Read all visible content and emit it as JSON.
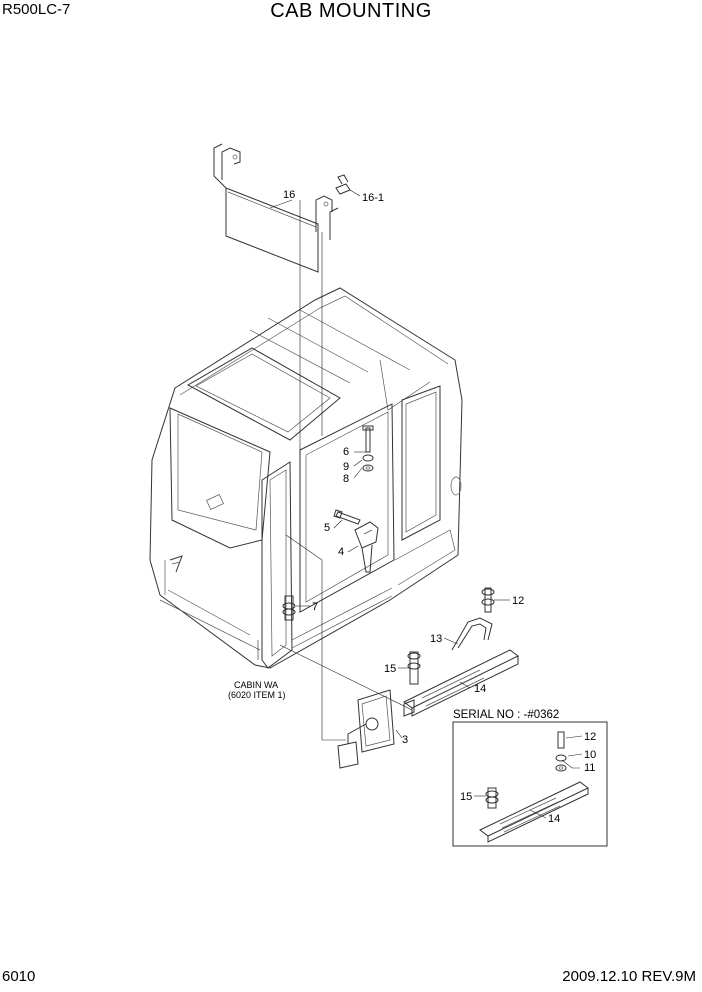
{
  "header": {
    "model": "R500LC-7",
    "title": "CAB MOUNTING"
  },
  "footer": {
    "page": "6010",
    "revision": "2009.12.10  REV.9M"
  },
  "callouts": {
    "c16": "16",
    "c16_1": "16-1",
    "c6": "6",
    "c9": "9",
    "c8": "8",
    "c5": "5",
    "c4": "4",
    "c7": "7",
    "c12": "12",
    "c13": "13",
    "c15": "15",
    "c14": "14",
    "c3": "3",
    "s12": "12",
    "s10": "10",
    "s11": "11",
    "s15": "15",
    "s14": "14"
  },
  "cabin_note": {
    "line1": "CABIN WA",
    "line2": "(6020 ITEM 1)"
  },
  "serial_box": {
    "label": "SERIAL NO : -#0362"
  }
}
